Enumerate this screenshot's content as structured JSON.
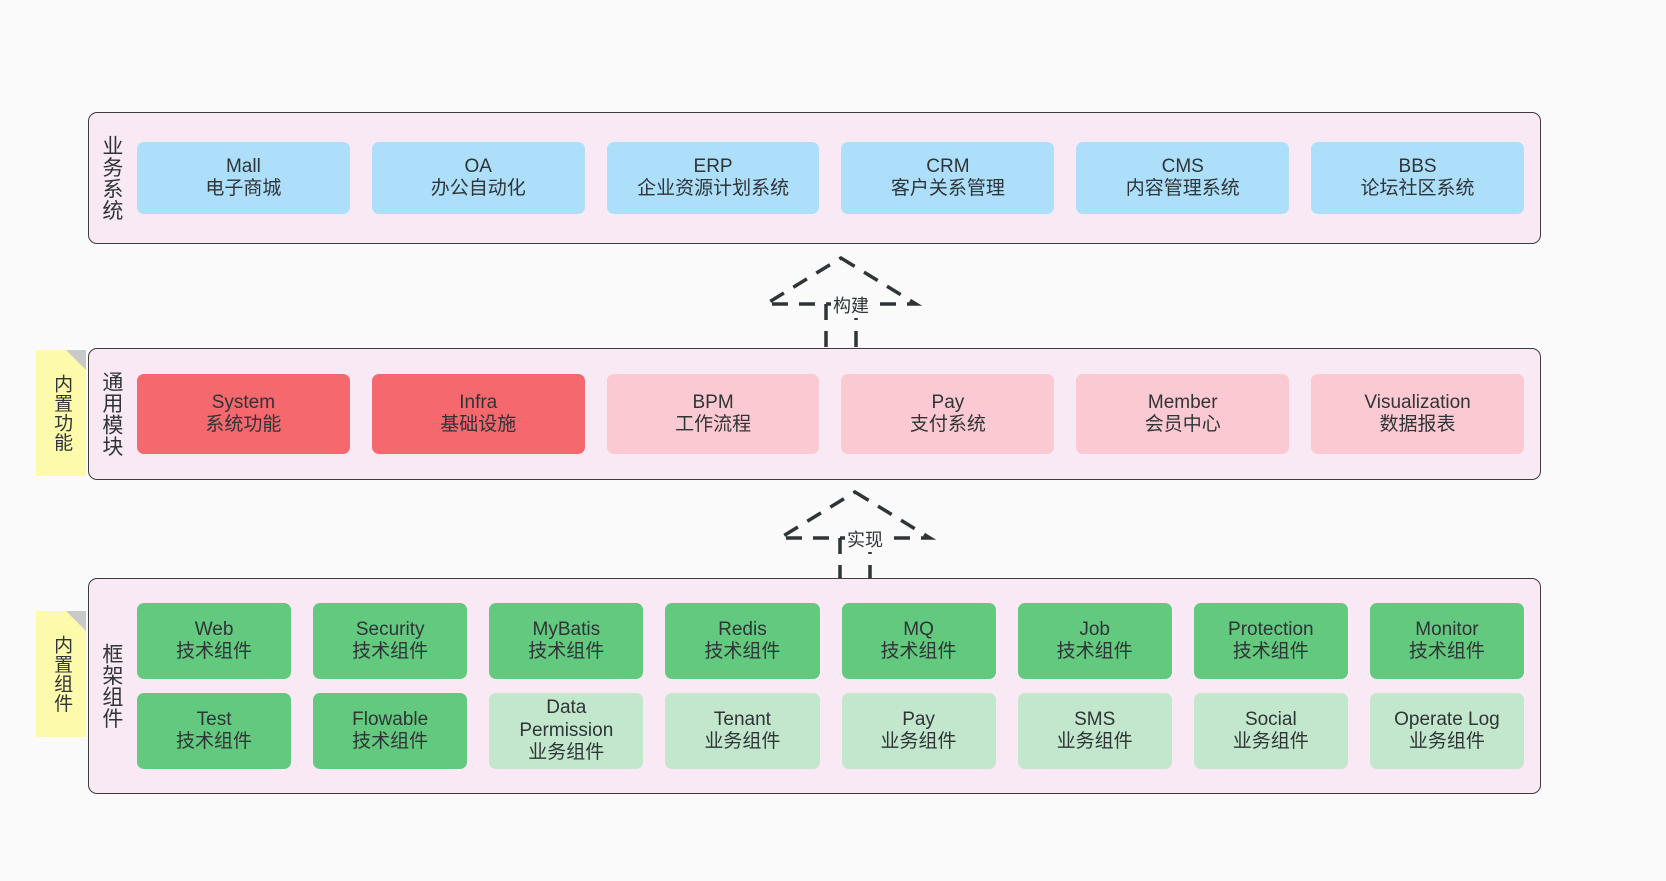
{
  "diagram": {
    "background_color": "#fafafa",
    "layer_background": "#f8e9f4",
    "border_color": "#3d3d3d",
    "colors": {
      "blue": "#addffb",
      "red": "#f4686e",
      "pink": "#fbc9d1",
      "green": "#63c97e",
      "light_green": "#c3e7cc",
      "note_yellow": "#fdfbab",
      "note_fold": "#c9c9c9"
    }
  },
  "notes": [
    {
      "id": "builtin-function",
      "label": "内置功能"
    },
    {
      "id": "builtin-component",
      "label": "内置组件"
    }
  ],
  "arrows": [
    {
      "id": "build",
      "label": "构建",
      "style": "dashed-hollow-triangle",
      "direction": "up"
    },
    {
      "id": "realize",
      "label": "实现",
      "style": "dashed-hollow-triangle",
      "direction": "up"
    }
  ],
  "layers": [
    {
      "id": "business",
      "title": "业务系统",
      "rows": [
        {
          "items": [
            {
              "name": "Mall",
              "sub": "电子商城",
              "color": "blue"
            },
            {
              "name": "OA",
              "sub": "办公自动化",
              "color": "blue"
            },
            {
              "name": "ERP",
              "sub": "企业资源计划系统",
              "color": "blue"
            },
            {
              "name": "CRM",
              "sub": "客户关系管理",
              "color": "blue"
            },
            {
              "name": "CMS",
              "sub": "内容管理系统",
              "color": "blue"
            },
            {
              "name": "BBS",
              "sub": "论坛社区系统",
              "color": "blue"
            }
          ]
        }
      ]
    },
    {
      "id": "modules",
      "title": "通用模块",
      "rows": [
        {
          "items": [
            {
              "name": "System",
              "sub": "系统功能",
              "color": "red"
            },
            {
              "name": "Infra",
              "sub": "基础设施",
              "color": "red"
            },
            {
              "name": "BPM",
              "sub": "工作流程",
              "color": "pink"
            },
            {
              "name": "Pay",
              "sub": "支付系统",
              "color": "pink"
            },
            {
              "name": "Member",
              "sub": "会员中心",
              "color": "pink"
            },
            {
              "name": "Visualization",
              "sub": "数据报表",
              "color": "pink"
            }
          ]
        }
      ]
    },
    {
      "id": "framework",
      "title": "框架组件",
      "rows": [
        {
          "items": [
            {
              "name": "Web",
              "sub": "技术组件",
              "color": "green"
            },
            {
              "name": "Security",
              "sub": "技术组件",
              "color": "green"
            },
            {
              "name": "MyBatis",
              "sub": "技术组件",
              "color": "green"
            },
            {
              "name": "Redis",
              "sub": "技术组件",
              "color": "green"
            },
            {
              "name": "MQ",
              "sub": "技术组件",
              "color": "green"
            },
            {
              "name": "Job",
              "sub": "技术组件",
              "color": "green"
            },
            {
              "name": "Protection",
              "sub": "技术组件",
              "color": "green"
            },
            {
              "name": "Monitor",
              "sub": "技术组件",
              "color": "green"
            }
          ]
        },
        {
          "items": [
            {
              "name": "Test",
              "sub": "技术组件",
              "color": "green"
            },
            {
              "name": "Flowable",
              "sub": "技术组件",
              "color": "green"
            },
            {
              "name": "Data\nPermission",
              "sub": "业务组件",
              "color": "light_green"
            },
            {
              "name": "Tenant",
              "sub": "业务组件",
              "color": "light_green"
            },
            {
              "name": "Pay",
              "sub": "业务组件",
              "color": "light_green"
            },
            {
              "name": "SMS",
              "sub": "业务组件",
              "color": "light_green"
            },
            {
              "name": "Social",
              "sub": "业务组件",
              "color": "light_green"
            },
            {
              "name": "Operate Log",
              "sub": "业务组件",
              "color": "light_green"
            }
          ]
        }
      ]
    }
  ]
}
